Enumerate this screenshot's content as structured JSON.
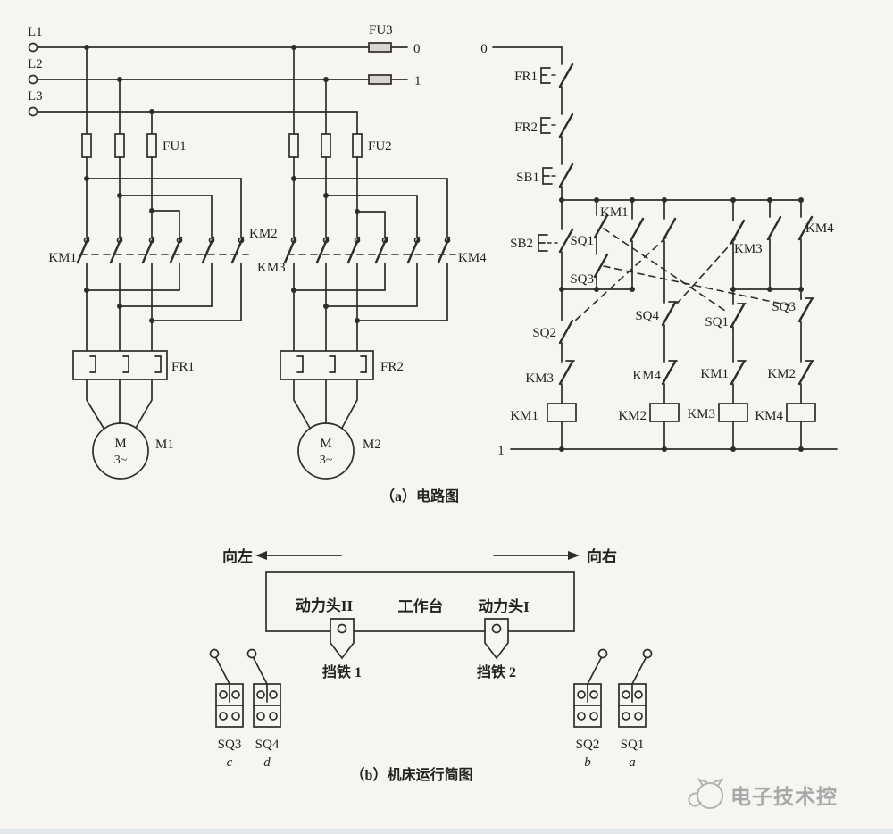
{
  "page": {
    "background": "#f6f5f2",
    "line_color": "#2e2d2a",
    "watermark_color": "#a8a8a8"
  },
  "power": {
    "phases": [
      "L1",
      "L2",
      "L3"
    ],
    "fu1": "FU1",
    "fu2": "FU2",
    "fu3": "FU3",
    "node0": "0",
    "node1": "1",
    "km1": "KM1",
    "km2": "KM2",
    "km3": "KM3",
    "km4": "KM4",
    "fr1": "FR1",
    "fr2": "FR2",
    "motor_symbol": "M",
    "motor_phase": "3~",
    "m1": "M1",
    "m2": "M2",
    "caption": "（a）电路图"
  },
  "control": {
    "node0": "0",
    "node1": "1",
    "fr1": "FR1",
    "fr2": "FR2",
    "sb1": "SB1",
    "sb2": "SB2",
    "sq1_no": "SQ1",
    "sq3_no": "SQ3",
    "km1_aux": "KM1",
    "km3_aux": "KM3",
    "km4_aux": "KM4",
    "sq2": "SQ2",
    "sq4": "SQ4",
    "sq1_nc": "SQ1",
    "sq3_nc": "SQ3",
    "km3_nc": "KM3",
    "km4_nc": "KM4",
    "km1_nc": "KM1",
    "km2_nc": "KM2",
    "km1_coil": "KM1",
    "km2_coil": "KM2",
    "km3_coil": "KM3",
    "km4_coil": "KM4"
  },
  "machine": {
    "left_arrow": "向左",
    "right_arrow": "向右",
    "head2": "动力头II",
    "table": "工作台",
    "head1": "动力头I",
    "dog1": "挡铁 1",
    "dog2": "挡铁 2",
    "sw": [
      {
        "name": "SQ3",
        "letter": "c"
      },
      {
        "name": "SQ4",
        "letter": "d"
      },
      {
        "name": "SQ2",
        "letter": "b"
      },
      {
        "name": "SQ1",
        "letter": "a"
      }
    ],
    "caption": "（b）机床运行简图"
  },
  "watermark": {
    "text": "电子技术控"
  }
}
